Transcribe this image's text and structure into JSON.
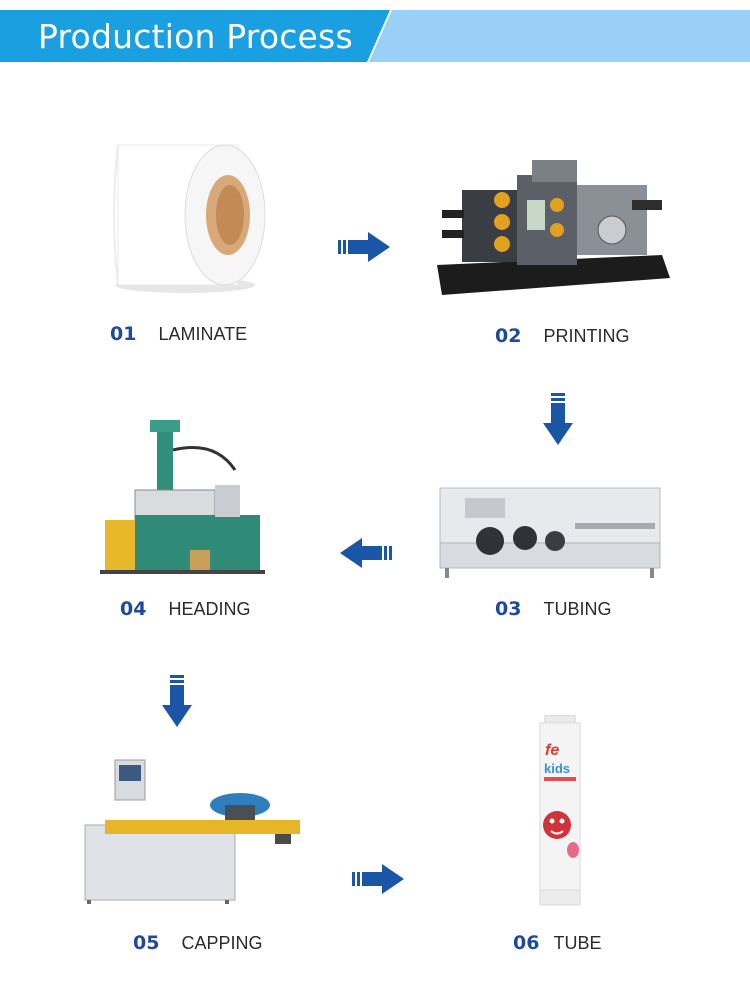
{
  "header": {
    "title": "Production Process",
    "color": "#1aa0e0",
    "accent": "#9ad0f7"
  },
  "steps": [
    {
      "num": "01",
      "name": "LAMINATE"
    },
    {
      "num": "02",
      "name": "PRINTING"
    },
    {
      "num": "03",
      "name": "TUBING"
    },
    {
      "num": "04",
      "name": "HEADING"
    },
    {
      "num": "05",
      "name": "CAPPING"
    },
    {
      "num": "06",
      "name": "TUBE"
    }
  ],
  "tube": {
    "brand": "fe",
    "kids": "kids"
  },
  "colors": {
    "arrow": "#1b56a6",
    "number": "#1f4a9a"
  }
}
